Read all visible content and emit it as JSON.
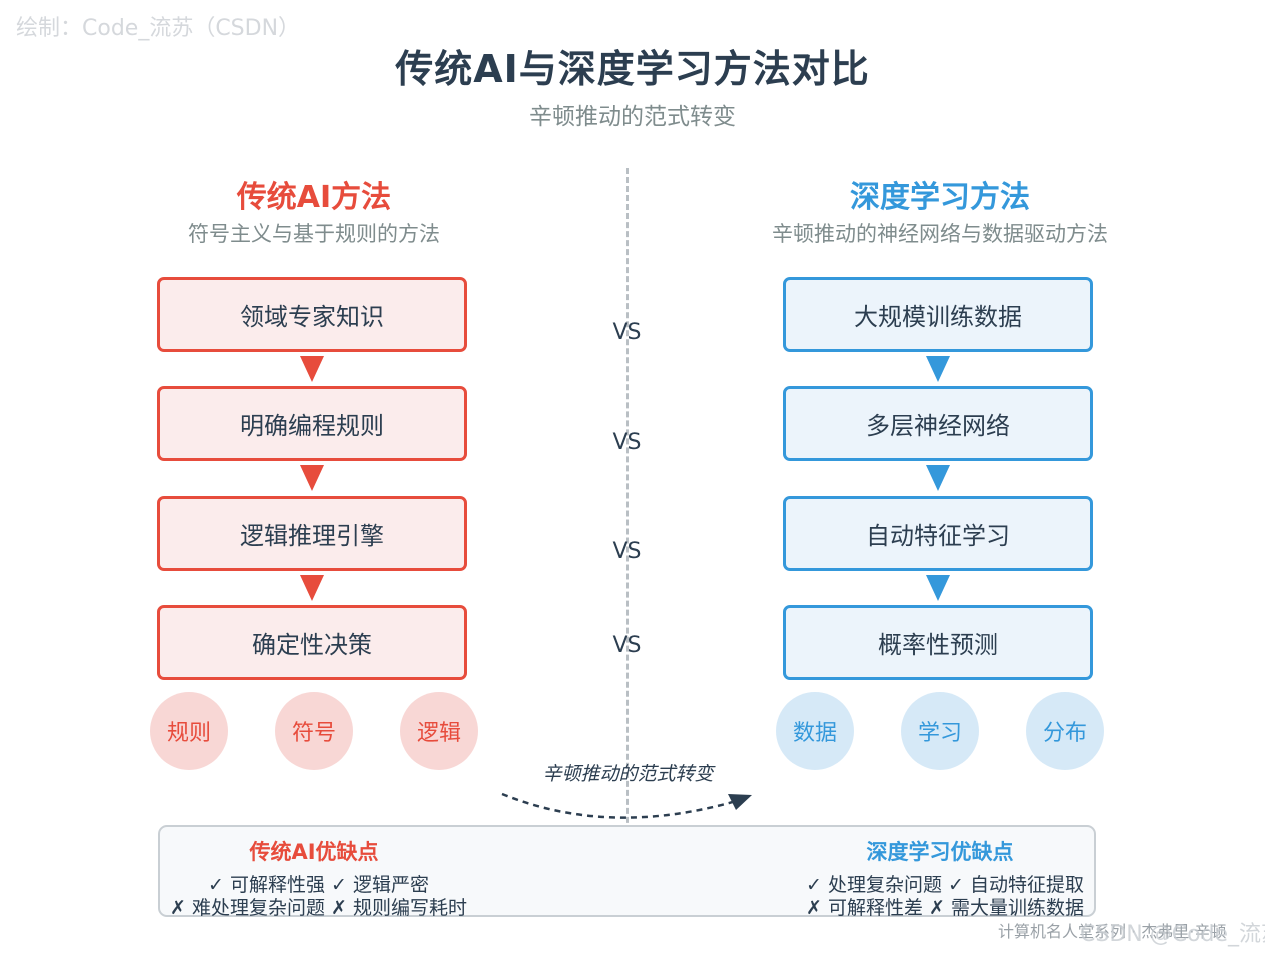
{
  "watermark_top": "绘制：Code_流苏（CSDN）",
  "title": "传统AI与深度学习方法对比",
  "subtitle": "辛顿推动的范式转变",
  "left": {
    "title": "传统AI方法",
    "subtitle": "符号主义与基于规则的方法",
    "steps": [
      "领域专家知识",
      "明确编程规则",
      "逻辑推理引擎",
      "确定性决策"
    ],
    "tags": [
      "规则",
      "符号",
      "逻辑"
    ],
    "accent": "#e74c3c"
  },
  "right": {
    "title": "深度学习方法",
    "subtitle": "辛顿推动的神经网络与数据驱动方法",
    "steps": [
      "大规模训练数据",
      "多层神经网络",
      "自动特征学习",
      "概率性预测"
    ],
    "tags": [
      "数据",
      "学习",
      "分布"
    ],
    "accent": "#3498db"
  },
  "vs_label": "VS",
  "transition_label": "辛顿推动的范式转变",
  "comparison": {
    "left_title": "传统AI优缺点",
    "left_line1": "✓ 可解释性强 ✓ 逻辑严密",
    "left_line2": "✗ 难处理复杂问题 ✗ 规则编写耗时",
    "right_title": "深度学习优缺点",
    "right_line1": "✓ 处理复杂问题 ✓ 自动特征提取",
    "right_line2": "✗ 可解释性差 ✗ 需大量训练数据"
  },
  "watermark_bottom_small": "计算机名人堂系列 · 杰弗里·辛顿",
  "watermark_bottom": "CSDN @Code_流苏",
  "colors": {
    "title": "#2c3e50",
    "muted": "#7f8c8d",
    "red": "#e74c3c",
    "blue": "#3498db"
  }
}
